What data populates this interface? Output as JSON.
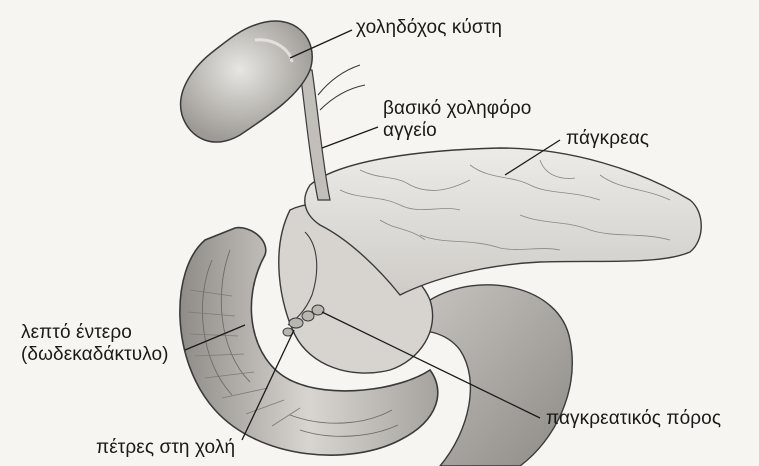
{
  "labels": {
    "gallbladder": "χοληδόχος κύστη",
    "bile_duct_line1": "βασικό χοληφόρο",
    "bile_duct_line2": "αγγείο",
    "pancreas": "πάγκρεας",
    "intestine_line1": "λεπτό έντερο",
    "intestine_line2": "(δωδεκαδάκτυλο)",
    "gallstones": "πέτρες στη χολή",
    "pancreatic_duct": "παγκρεατικός πόρος"
  },
  "colors": {
    "background": "#f7f5f1",
    "organ_fill": "#c9c6c1",
    "organ_light": "#e4e2de",
    "outline": "#3a3a3a",
    "text": "#1a1a1a"
  }
}
